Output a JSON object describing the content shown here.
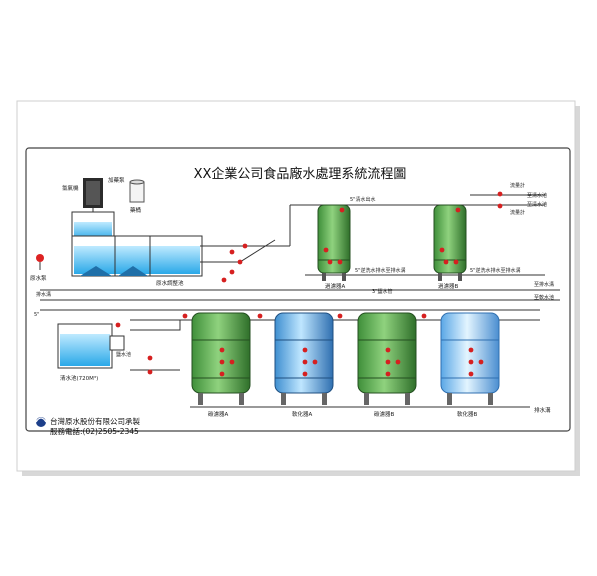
{
  "title": "XX企業公司食品廠水處理系統流程圖",
  "footer": {
    "company": "台灣原水股份有限公司承製",
    "phone": "服務電話:(02)2505-2345"
  },
  "labels": {
    "sand_tank": "過濾器A",
    "sand_tank_b": "過濾器B",
    "carbon_a": "碳濾器A",
    "softener_a": "軟化器A",
    "carbon_b": "碳濾器B",
    "softener_b": "軟化器B",
    "raw_pump": "原水泵",
    "clear_tank": "清水池(720M³)",
    "raw_tank": "原水調整池",
    "to_drain_1": "排水溝",
    "to_drain_2": "排水溝",
    "to_softener_pool": "至軟水池",
    "to_clear_pool_1": "至清水池",
    "to_clear_pool_2": "至清水池",
    "flow_meter_1": "流量計",
    "flow_meter_2": "流量計",
    "to_drain_top": "至排水溝",
    "backwash_a": "5\"逆洗水排水至排水溝",
    "backwash_b": "5\"逆洗水排水至排水溝",
    "pipe_3": "3\"鹽水管",
    "pipe_5": "5\"清水出水",
    "dose_1": "加藥泵",
    "dose_2": "藥桶",
    "chlorine": "氯氣機",
    "salt": "鹽水池",
    "size_5": "5\""
  }
}
